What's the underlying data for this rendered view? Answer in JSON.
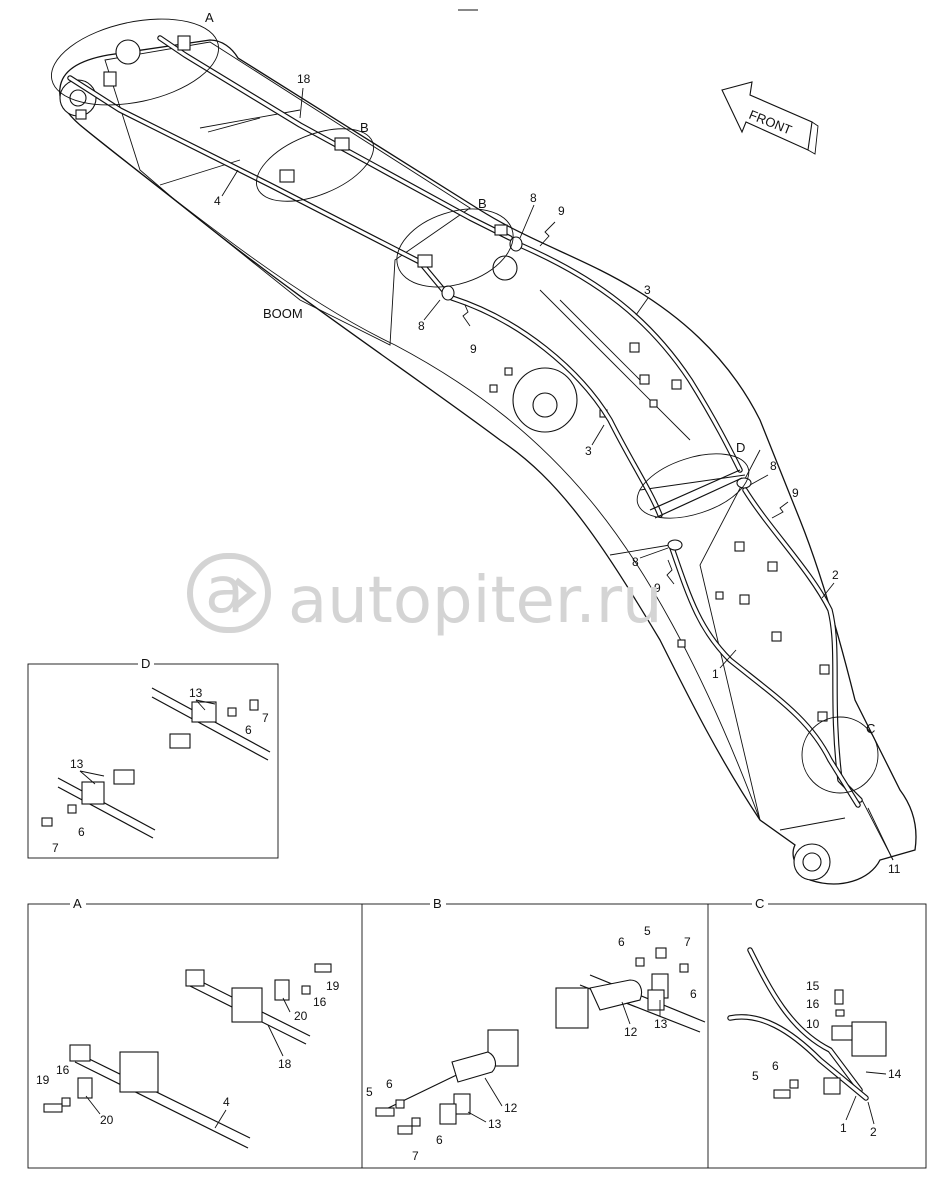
{
  "diagram": {
    "main_label": "BOOM",
    "front_label": "FRONT",
    "watermark": "autopiter.ru",
    "detail_markers": [
      "A",
      "B",
      "B",
      "C",
      "D"
    ],
    "callouts_main": [
      "18",
      "4",
      "8",
      "9",
      "3",
      "8",
      "9",
      "3",
      "8",
      "9",
      "8",
      "9",
      "2",
      "1",
      "11"
    ],
    "panel_d": {
      "title": "D",
      "callouts": [
        "13",
        "6",
        "7",
        "13",
        "6",
        "7"
      ]
    },
    "panel_a": {
      "title": "A",
      "callouts": [
        "19",
        "16",
        "20",
        "18",
        "19",
        "16",
        "20",
        "4"
      ]
    },
    "panel_b": {
      "title": "B",
      "callouts": [
        "5",
        "6",
        "7",
        "6",
        "12",
        "13",
        "5",
        "6",
        "12",
        "13",
        "6",
        "7"
      ]
    },
    "panel_c": {
      "title": "C",
      "callouts": [
        "15",
        "16",
        "10",
        "14",
        "5",
        "6",
        "1",
        "2"
      ]
    },
    "colors": {
      "line": "#111111",
      "watermark": "#d4d4d4",
      "background": "#ffffff"
    }
  }
}
